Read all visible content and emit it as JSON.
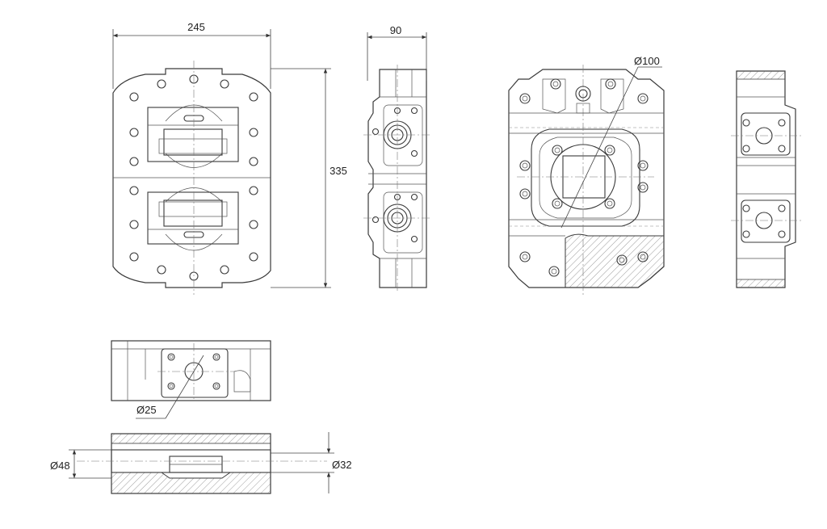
{
  "dimensions": {
    "width_label": "245",
    "depth_label": "90",
    "height_label": "335",
    "bore_large_label": "Ø100",
    "bore_small_label": "Ø25",
    "port_outer_label": "Ø48",
    "port_inner_label": "Ø32"
  },
  "colors": {
    "line": "#3a3a3a",
    "hatch": "#888888",
    "background": "#ffffff"
  }
}
